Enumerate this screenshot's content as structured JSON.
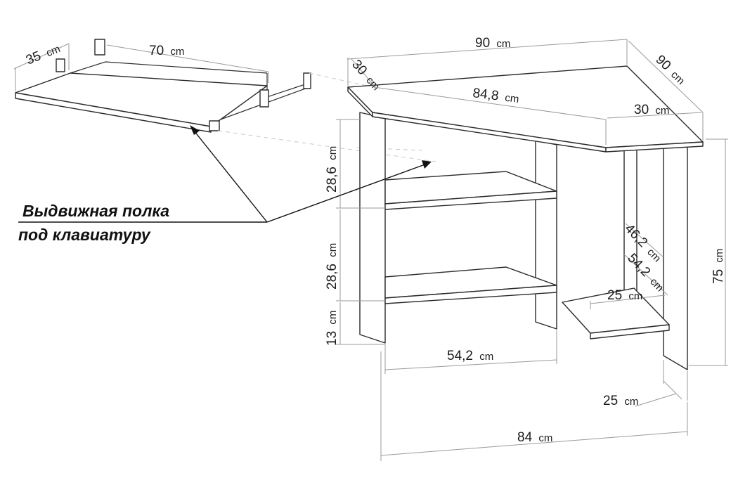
{
  "callout": {
    "line1": "Выдвижная полка",
    "line2": "под клавиатуру"
  },
  "dimensions": {
    "shelf_depth": {
      "value": "35",
      "unit": "cm"
    },
    "shelf_width": {
      "value": "70",
      "unit": "cm"
    },
    "top_width": {
      "value": "90",
      "unit": "cm"
    },
    "top_side": {
      "value": "90",
      "unit": "cm"
    },
    "top_left_depth": {
      "value": "30",
      "unit": "cm"
    },
    "top_front_edge": {
      "value": "84,8",
      "unit": "cm"
    },
    "top_right_depth": {
      "value": "30",
      "unit": "cm"
    },
    "upper_shelf_height": {
      "value": "28,6",
      "unit": "cm"
    },
    "lower_shelf_height": {
      "value": "28,6",
      "unit": "cm"
    },
    "plinth_height": {
      "value": "13",
      "unit": "cm"
    },
    "total_height": {
      "value": "75",
      "unit": "cm"
    },
    "inner_depth_1": {
      "value": "46,2",
      "unit": "cm"
    },
    "inner_depth_2": {
      "value": "54,2",
      "unit": "cm"
    },
    "corner_shelf_width": {
      "value": "25",
      "unit": "cm"
    },
    "opening_width": {
      "value": "54,2",
      "unit": "cm"
    },
    "leg_depth": {
      "value": "25",
      "unit": "cm"
    },
    "total_width": {
      "value": "84",
      "unit": "cm"
    }
  }
}
